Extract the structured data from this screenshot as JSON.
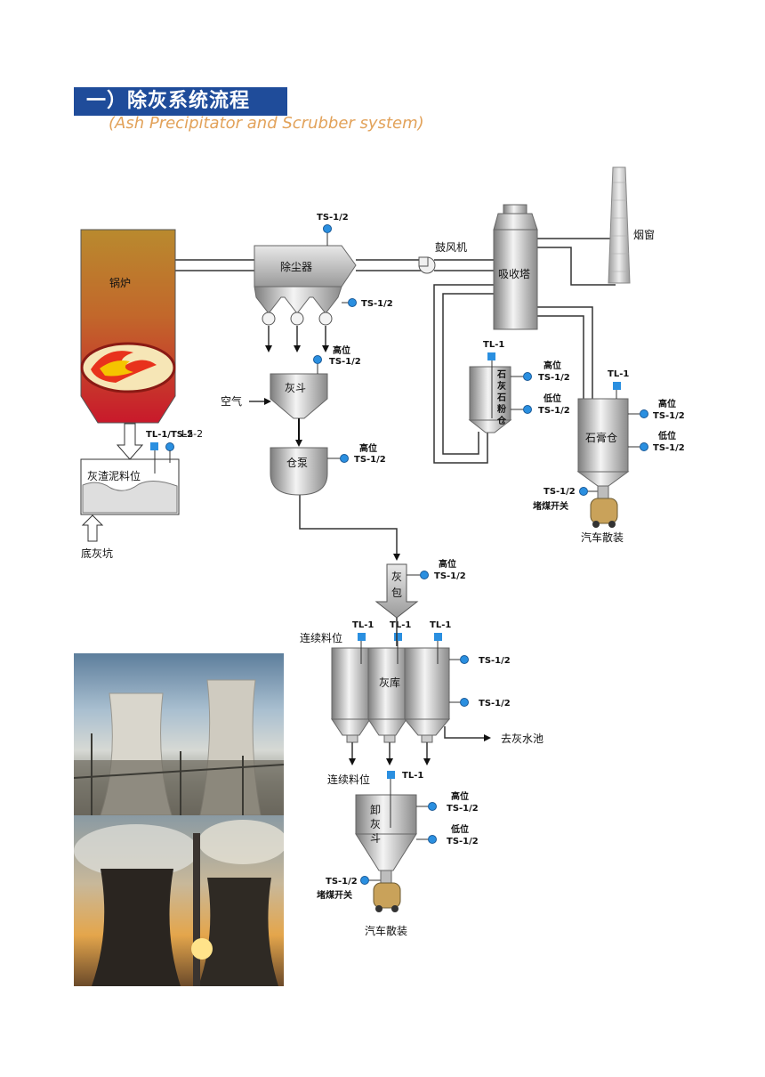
{
  "header": {
    "title": "一）除灰系统流程",
    "subtitle": "(Ash Precipitator and Scrubber system)"
  },
  "equipment": {
    "boiler": "锅炉",
    "precipitator": "除尘器",
    "blower": "鼓风机",
    "absorber": "吸收塔",
    "chimney": "烟窗",
    "ash_hopper": "灰斗",
    "air": "空气",
    "silo_pump": "仓泵",
    "slag_tank": "灰渣泥料位",
    "bottom_ash_pit": "底灰坑",
    "limestone_silo": "石灰石粉仓",
    "gypsum_silo": "石膏仓",
    "ash_bag": "灰包",
    "ash_storage": "灰库",
    "unload_hopper": "卸灰斗",
    "to_ash_pool": "去灰水池",
    "truck_bulk_top": "汽车散装",
    "truck_bulk_bottom": "汽车散装"
  },
  "sensor_labels": {
    "ts": "TS-1/2",
    "tl": "TL-1",
    "high": "高位",
    "low": "低位",
    "continuous_level": "连续料位",
    "blockage_switch": "堵煤开关",
    "boiler_sensor": "TL-1/TS-2",
    "boiler_sensor_ls": "LS-2"
  },
  "colors": {
    "title_bar": "#1f4c9a",
    "subtitle": "#e2a25a",
    "sensor_ts": "#2a8fe0",
    "sensor_tl": "#2a8fe0",
    "boiler_top": "#b98a2e",
    "boiler_bottom": "#c9192b"
  }
}
